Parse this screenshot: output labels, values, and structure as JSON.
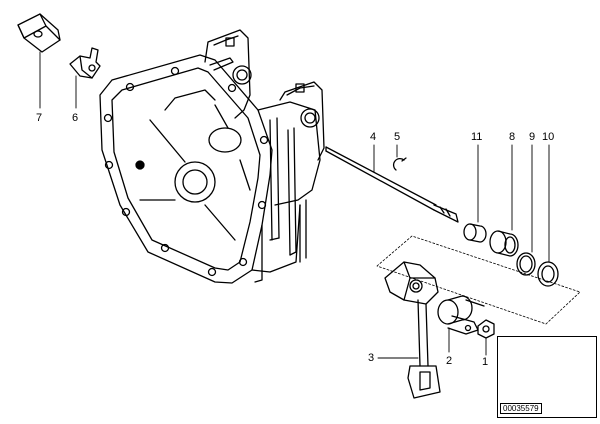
{
  "callouts": [
    "7",
    "6",
    "4",
    "5",
    "11",
    "8",
    "9",
    "10",
    "3",
    "2",
    "1"
  ],
  "diagram_code": "00035579"
}
